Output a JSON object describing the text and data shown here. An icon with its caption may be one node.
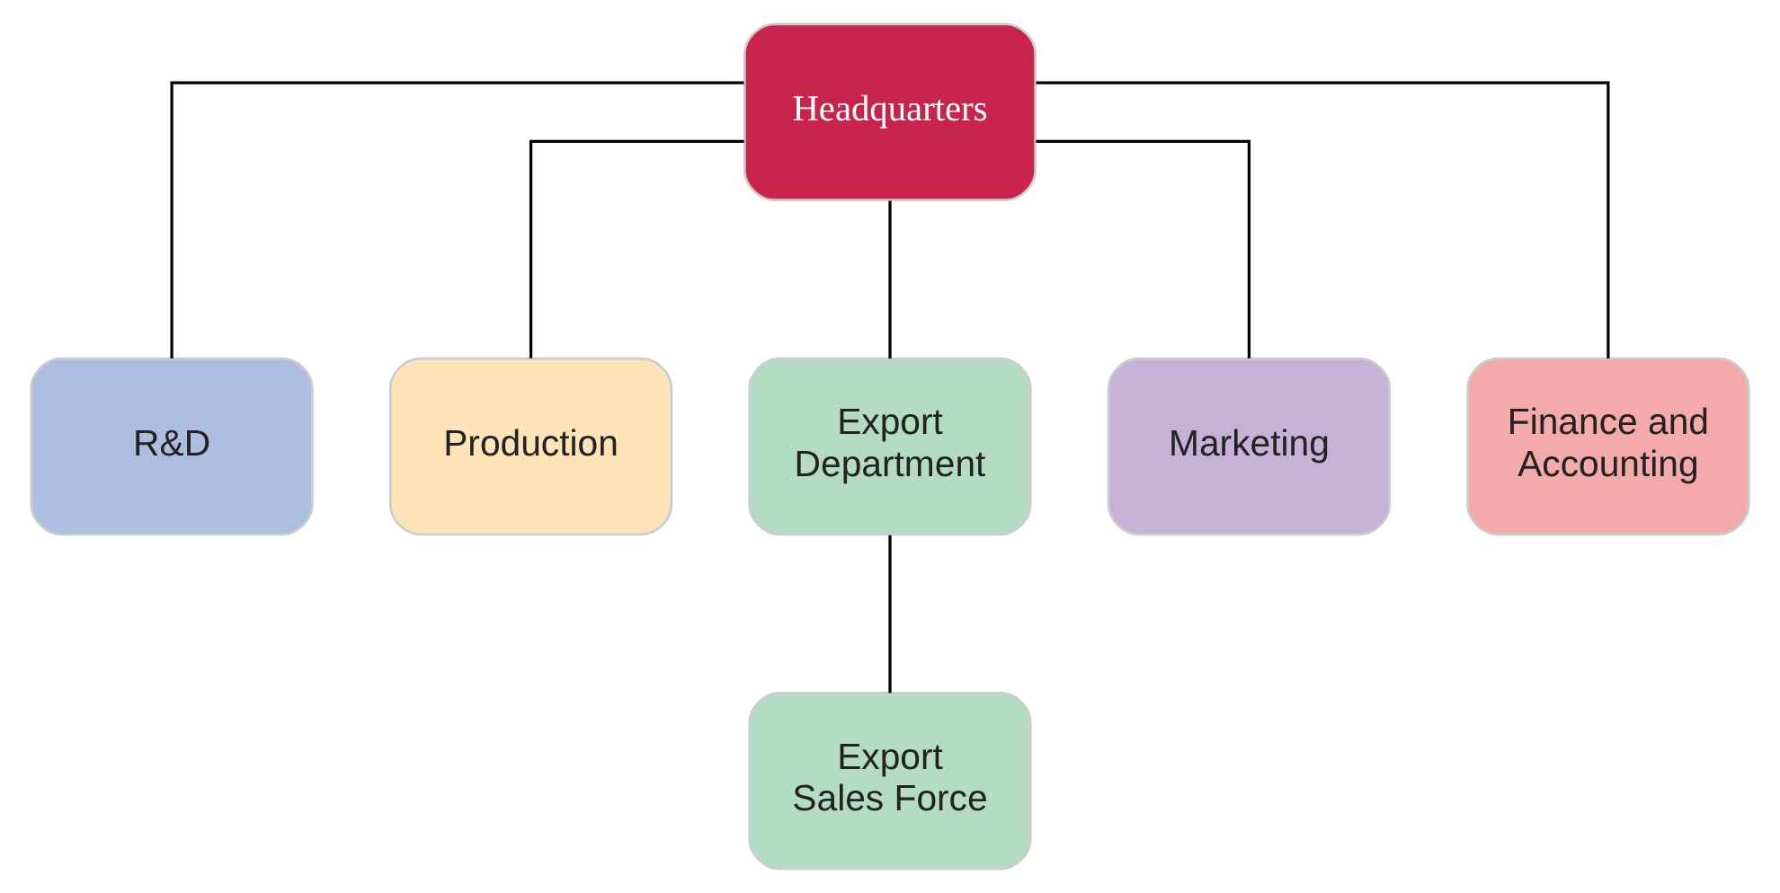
{
  "diagram": {
    "nodes": [
      {
        "text": [
          "Headquarters"
        ]
      },
      {
        "text": [
          "R&D"
        ]
      },
      {
        "text": [
          "Production"
        ]
      },
      {
        "text": [
          "Export Department"
        ]
      },
      {
        "text": [
          "Marketing"
        ]
      },
      {
        "text": [
          "Finance and Accounting"
        ]
      },
      {
        "text": [
          "Export Sales Force"
        ]
      }
    ],
    "edges": [
      {
        "from": 0,
        "to": 1,
        "arrow": "none"
      },
      {
        "from": 0,
        "to": 2,
        "arrow": "none"
      },
      {
        "from": 0,
        "to": 3,
        "arrow": "none"
      },
      {
        "from": 0,
        "to": 4,
        "arrow": "none"
      },
      {
        "from": 0,
        "to": 5,
        "arrow": "none"
      },
      {
        "from": 3,
        "to": 6,
        "arrow": "none"
      }
    ]
  }
}
